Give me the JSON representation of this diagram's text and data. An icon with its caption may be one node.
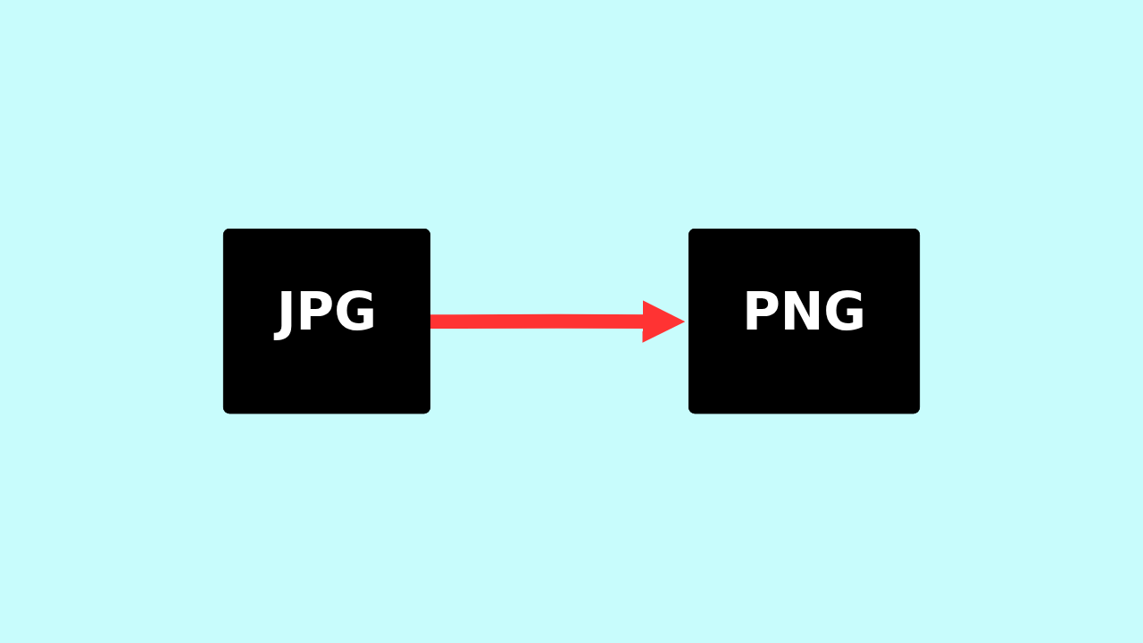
{
  "diagram": {
    "nodes": [
      {
        "text": [
          "JPG"
        ]
      },
      {
        "text": [
          "PNG"
        ]
      }
    ],
    "edges": [
      {
        "from": 0,
        "to": 1,
        "arrow": "to",
        "color": "#ff3333"
      }
    ]
  }
}
